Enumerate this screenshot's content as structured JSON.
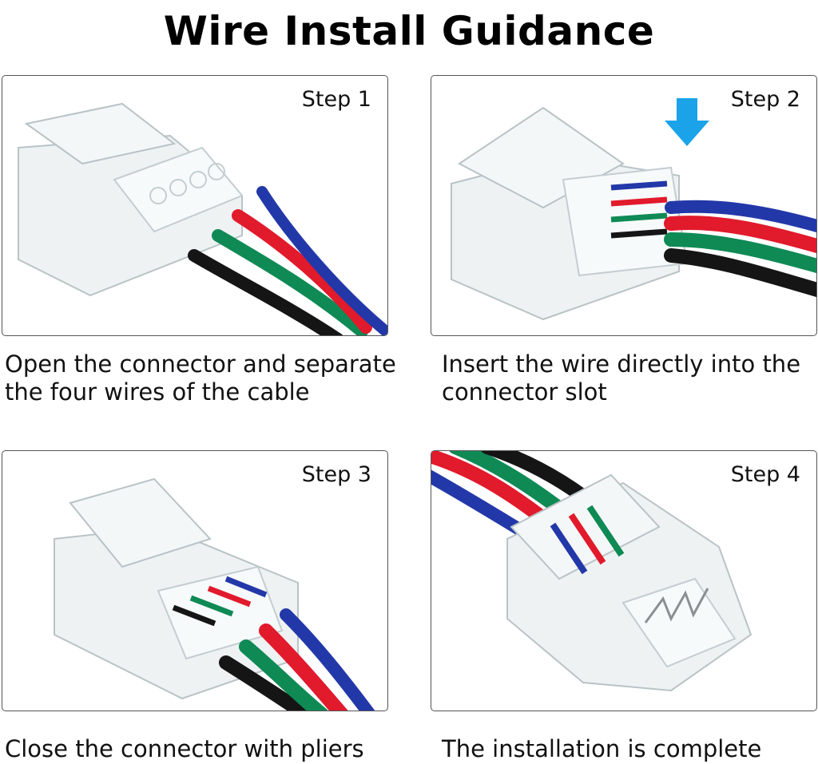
{
  "title": "Wire Install Guidance",
  "steps": [
    {
      "label": "Step 1",
      "caption": [
        "Open the connector and separate",
        "the four wires of the cable"
      ]
    },
    {
      "label": "Step 2",
      "caption": [
        "Insert the wire directly into the",
        "connector slot"
      ]
    },
    {
      "label": "Step 3",
      "caption": [
        "Close the connector with pliers"
      ]
    },
    {
      "label": "Step 4",
      "caption": [
        "The installation is complete"
      ]
    }
  ],
  "colors": {
    "wire_blue": "#2338a8",
    "wire_red": "#e11a2c",
    "wire_green": "#0f8a55",
    "wire_black": "#151515",
    "arrow": "#1aa3e8",
    "connector": "#eef2f3",
    "connector_edge": "#b9c3c6"
  }
}
